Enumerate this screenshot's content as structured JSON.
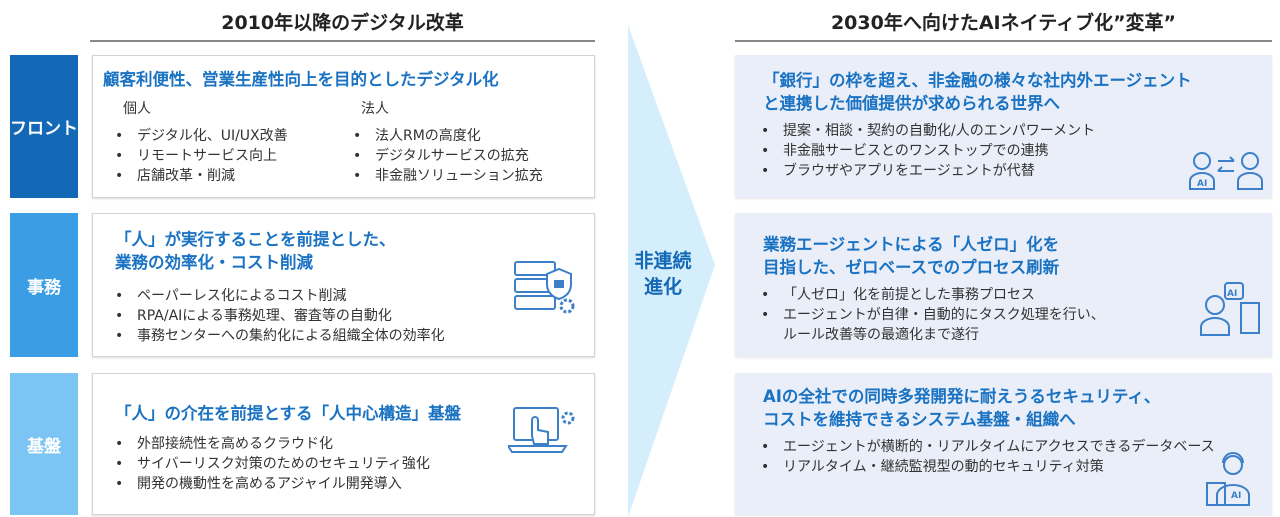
{
  "left": {
    "header": "2010年以降のデジタル改革",
    "rows": [
      {
        "label": "フロント",
        "title": "顧客利便性、営業生産性向上を目的としたデジタル化",
        "col1": {
          "heading": "個人",
          "items": [
            "デジタル化、UI/UX改善",
            "リモートサービス向上",
            "店舗改革・削減"
          ]
        },
        "col2": {
          "heading": "法人",
          "items": [
            "法人RMの高度化",
            "デジタルサービスの拡充",
            "非金融ソリューション拡充"
          ]
        }
      },
      {
        "label": "事務",
        "title1": "「人」が実行することを前提とした、",
        "title2": "業務の効率化・コスト削減",
        "items": [
          "ペーパーレス化によるコスト削減",
          "RPA/AIによる事務処理、審査等の自動化",
          "事務センターへの集約化による組織全体の効率化"
        ]
      },
      {
        "label": "基盤",
        "title": "「人」の介在を前提とする「人中心構造」基盤",
        "items": [
          "外部接続性を高めるクラウド化",
          "サイバーリスク対策のためのセキュリティ強化",
          "開発の機動性を高めるアジャイル開発導入"
        ]
      }
    ]
  },
  "arrow": {
    "line1": "非連続",
    "line2": "進化"
  },
  "right": {
    "header": "2030年へ向けたAIネイティブ化”変革”",
    "rows": [
      {
        "title1": "「銀行」の枠を超え、非金融の様々な社内外エージェント",
        "title2": "と連携した価値提供が求められる世界へ",
        "items": [
          "提案・相談・契約の自動化/人のエンパワーメント",
          "非金融サービスとのワンストップでの連携",
          "ブラウザやアプリをエージェントが代替"
        ],
        "icon_text": "AI"
      },
      {
        "title1": "業務エージェントによる「人ゼロ」化を",
        "title2": "目指した、ゼロベースでのプロセス刷新",
        "items": [
          "「人ゼロ」化を前提とした事務プロセス",
          "エージェントが自律・自動的にタスク処理を行い、",
          "ルール改善等の最適化まで遂行"
        ],
        "icon_text": "AI"
      },
      {
        "title1": "AIの全社での同時多発開発に耐えうるセキュリティ、",
        "title2": "コストを維持できるシステム基盤・組織へ",
        "items": [
          "エージェントが横断的・リアルタイムにアクセスできるデータベース",
          "リアルタイム・継続監視型の動的セキュリティ対策"
        ],
        "icon_text": "AI"
      }
    ]
  },
  "colors": {
    "front": "#1469b7",
    "jimu": "#3b9de3",
    "kiban": "#7cc4f4",
    "title": "#1a72c2",
    "arrow": "#d5eefc",
    "rightbox": "#e9eef8"
  }
}
